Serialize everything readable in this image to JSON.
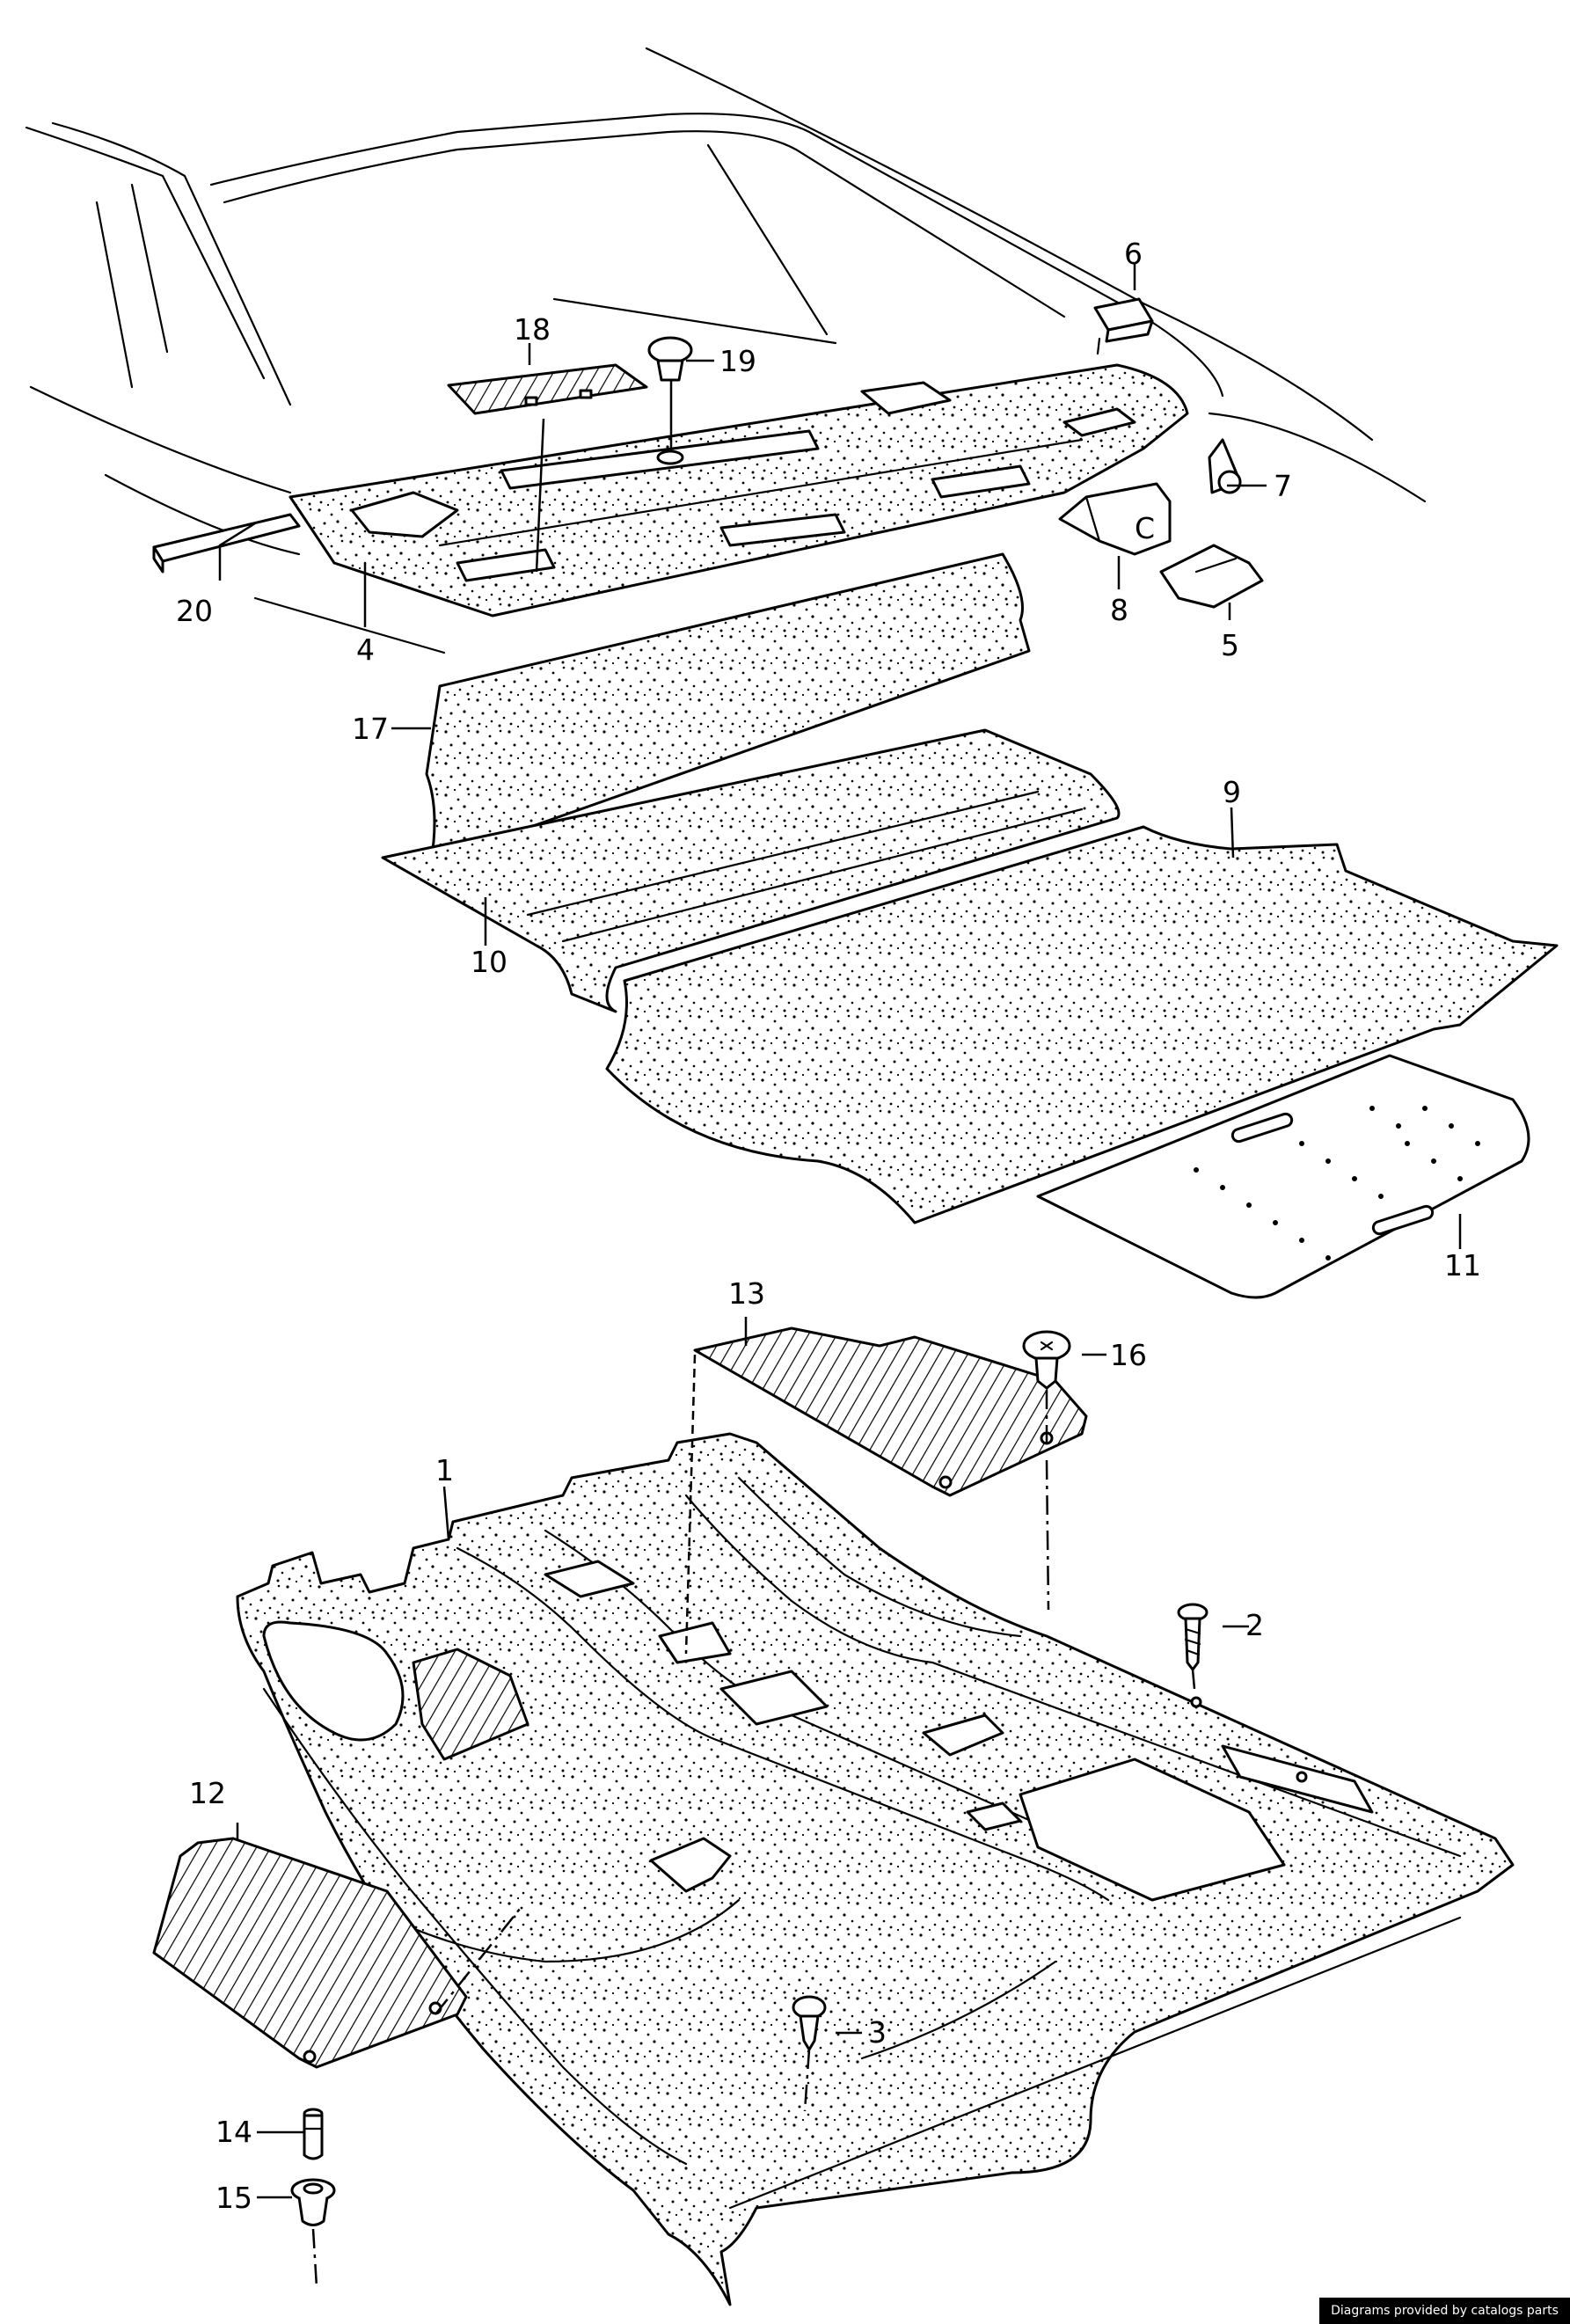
{
  "callouts": {
    "c1": "1",
    "c2": "2",
    "c3": "3",
    "c4": "4",
    "c5": "5",
    "c6": "6",
    "c7": "7",
    "c8": "8",
    "c9": "9",
    "c10": "10",
    "c11": "11",
    "c12": "12",
    "c13": "13",
    "c14": "14",
    "c15": "15",
    "c16": "16",
    "c17": "17",
    "c18": "18",
    "c19": "19",
    "c20": "20"
  },
  "bracket_mark": "C",
  "watermark": "Diagrams provided by catalogs parts"
}
